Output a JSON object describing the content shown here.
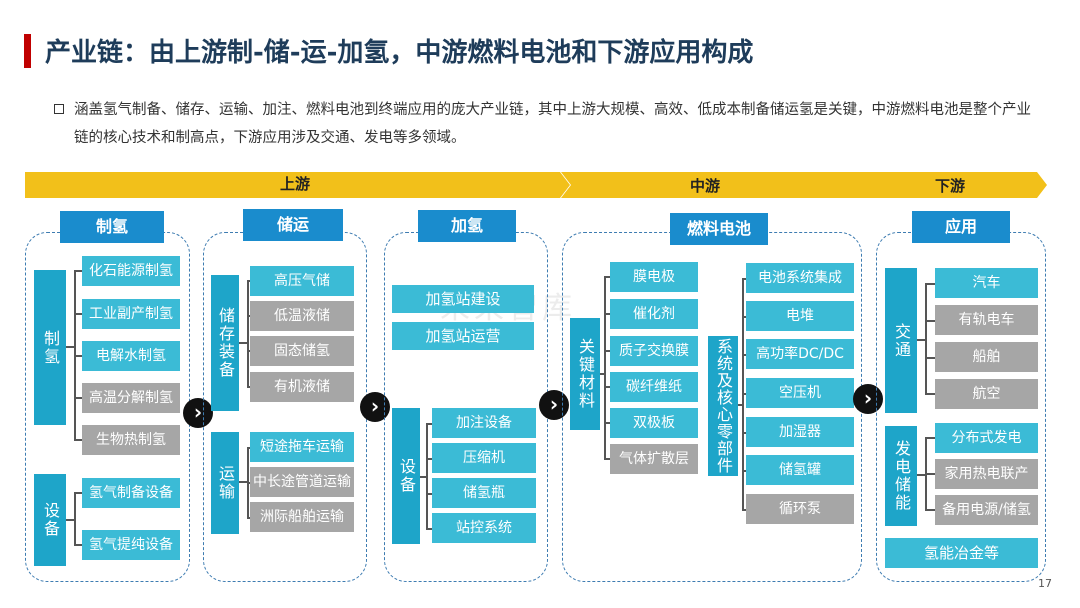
{
  "title": "产业链：由上游制-储-运-加氢，中游燃料电池和下游应用构成",
  "intro": "涵盖氢气制备、储存、运输、加注、燃料电池到终端应用的庞大产业链，其中上游大规模、高效、低成本制备储运氢是关键，中游燃料电池是整个产业链的核心技术和制高点，下游应用涉及交通、发电等多领域。",
  "stages": {
    "upstream": "上游",
    "midstream": "中游",
    "downstream": "下游"
  },
  "colors": {
    "header": "#1a8ccd",
    "teal": "#3bbbd6",
    "gray": "#a6a6a6",
    "arrow": "#f2c01a",
    "title": "#1e3c5a",
    "accent": "#c00000"
  },
  "zhiqing": {
    "header": "制氢",
    "cat1": "制氢",
    "cat1_items": [
      "化石能源制氢",
      "工业副产制氢",
      "电解水制氢",
      "高温分解制氢",
      "生物热制氢"
    ],
    "cat2": "设备",
    "cat2_items": [
      "氢气制备设备",
      "氢气提纯设备"
    ]
  },
  "chuyun": {
    "header": "储运",
    "cat1": "储存装备",
    "cat1_items": [
      "高压气储",
      "低温液储",
      "固态储氢",
      "有机液储"
    ],
    "cat2": "运输",
    "cat2_items": [
      "短途拖车运输",
      "中长途管道运输",
      "洲际船舶运输"
    ]
  },
  "jiaqing": {
    "header": "加氢",
    "top_items": [
      "加氢站建设",
      "加氢站运营"
    ],
    "cat": "设备",
    "items": [
      "加注设备",
      "压缩机",
      "储氢瓶",
      "站控系统"
    ]
  },
  "fuelcell": {
    "header": "燃料电池",
    "cat1": "关键材料",
    "cat1_items": [
      "膜电极",
      "催化剂",
      "质子交换膜",
      "碳纤维纸",
      "双极板",
      "气体扩散层"
    ],
    "cat2": "系统及核心零部件",
    "cat2_items": [
      "电池系统集成",
      "电堆",
      "高功率DC/DC",
      "空压机",
      "加湿器",
      "储氢罐",
      "循环泵"
    ]
  },
  "yingyong": {
    "header": "应用",
    "cat1": "交通",
    "cat1_items": [
      "汽车",
      "有轨电车",
      "船舶",
      "航空"
    ],
    "cat2": "发电储能",
    "cat2_items": [
      "分布式发电",
      "家用热电联产",
      "备用电源/储氢"
    ],
    "bottom": "氢能冶金等"
  },
  "watermark": "未来智库",
  "page_number": "17"
}
